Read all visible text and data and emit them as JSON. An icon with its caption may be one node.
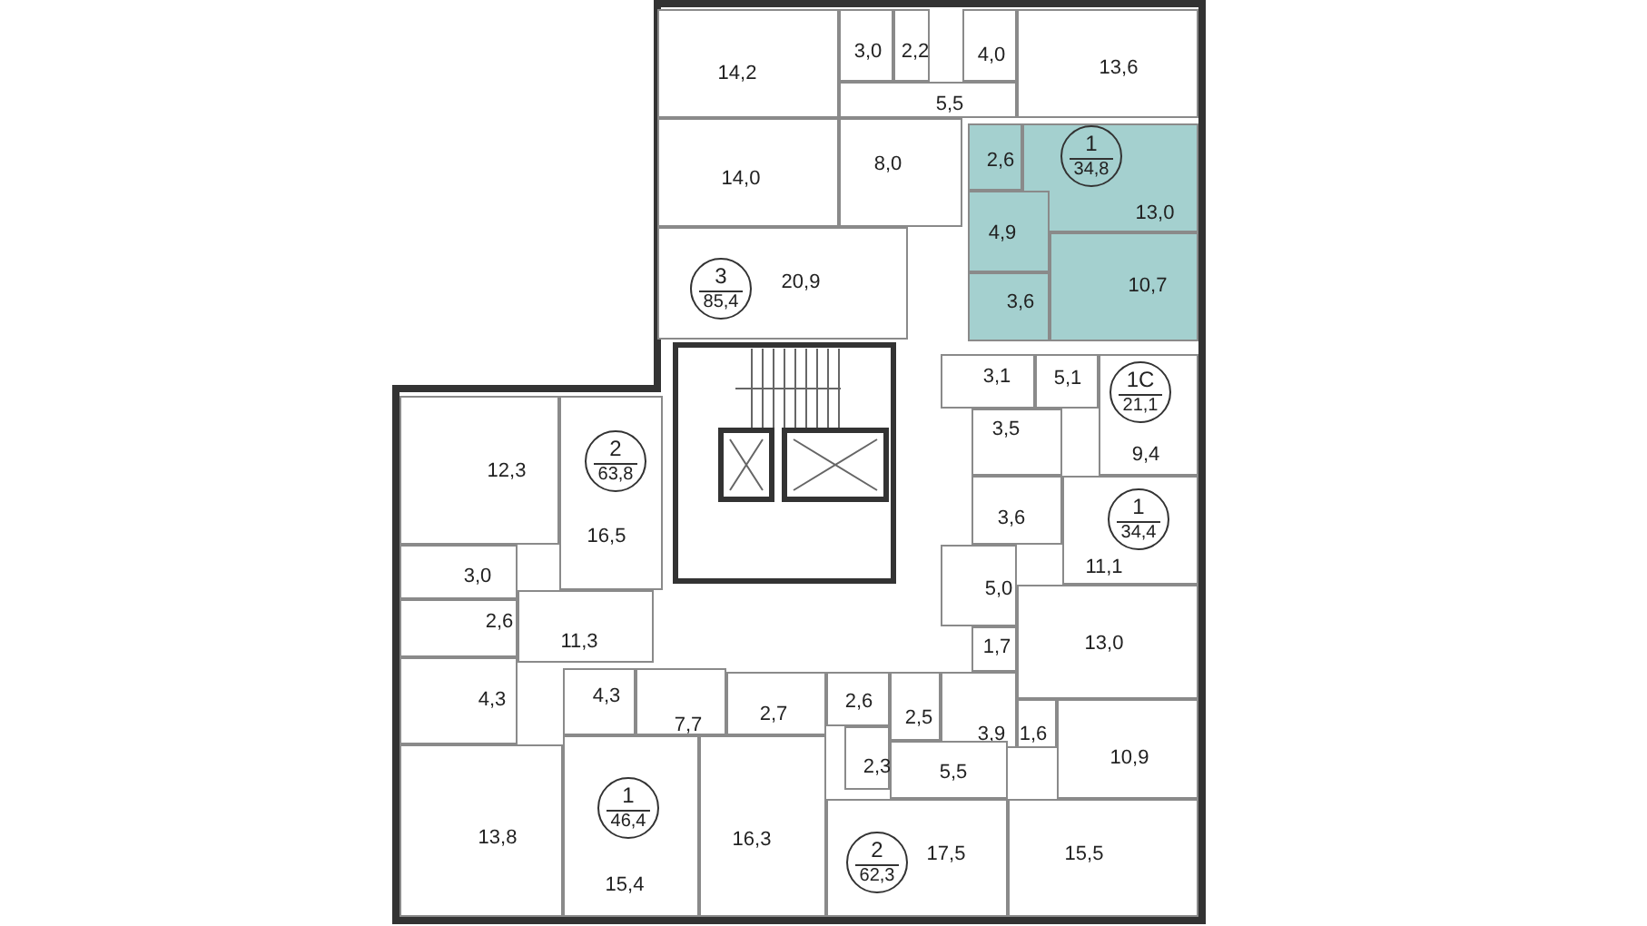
{
  "diagram": {
    "nodes": [
      {
        "text": [
          "14,2"
        ]
      },
      {
        "text": [
          "3,0"
        ]
      },
      {
        "text": [
          "2,2"
        ]
      },
      {
        "text": [
          "4,0"
        ]
      },
      {
        "text": [
          "13,6"
        ]
      },
      {
        "text": [
          "5,5"
        ]
      },
      {
        "text": [
          "14,0"
        ]
      },
      {
        "text": [
          "8,0"
        ]
      },
      {
        "text": [
          "20,9"
        ]
      },
      {
        "text": [
          "3",
          "85,4"
        ],
        "in": 8
      },
      {
        "text": [
          "2,6"
        ]
      },
      {
        "text": [
          "13,0"
        ]
      },
      {
        "text": [
          "1",
          "34,8"
        ],
        "in": 11
      },
      {
        "text": [
          "4,9"
        ]
      },
      {
        "text": [
          "10,7"
        ]
      },
      {
        "text": [
          "3,6"
        ]
      },
      {
        "text": [
          "3,1"
        ]
      },
      {
        "text": [
          "5,1"
        ]
      },
      {
        "text": [
          "9,4"
        ]
      },
      {
        "text": [
          "1С",
          "21,1"
        ],
        "in": 18
      },
      {
        "text": [
          "3,5"
        ]
      },
      {
        "text": [
          "3,6"
        ]
      },
      {
        "text": [
          "11,1"
        ]
      },
      {
        "text": [
          "1",
          "34,4"
        ],
        "in": 22
      },
      {
        "text": [
          "5,0"
        ]
      },
      {
        "text": [
          "1,7"
        ]
      },
      {
        "text": [
          "13,0"
        ]
      },
      {
        "text": [
          "3,9"
        ]
      },
      {
        "text": [
          "1,6"
        ]
      },
      {
        "text": [
          "10,9"
        ]
      },
      {
        "text": [
          "15,5"
        ]
      },
      {
        "text": [
          "12,3"
        ]
      },
      {
        "text": [
          "16,5"
        ]
      },
      {
        "text": [
          "2",
          "63,8"
        ],
        "in": 32
      },
      {
        "text": [
          "3,0"
        ]
      },
      {
        "text": [
          "2,6"
        ]
      },
      {
        "text": [
          "11,3"
        ]
      },
      {
        "text": [
          "4,3"
        ]
      },
      {
        "text": [
          "13,8"
        ]
      },
      {
        "text": [
          "4,3"
        ]
      },
      {
        "text": [
          "7,7"
        ]
      },
      {
        "text": [
          "2,7"
        ]
      },
      {
        "text": [
          "15,4"
        ]
      },
      {
        "text": [
          "1",
          "46,4"
        ],
        "in": 42
      },
      {
        "text": [
          "16,3"
        ]
      },
      {
        "text": [
          "2,6"
        ]
      },
      {
        "text": [
          "2,5"
        ]
      },
      {
        "text": [
          "2,3"
        ]
      },
      {
        "text": [
          "5,5"
        ]
      },
      {
        "text": [
          "17,5"
        ]
      },
      {
        "text": [
          "2",
          "62,3"
        ],
        "in": 49
      }
    ]
  }
}
